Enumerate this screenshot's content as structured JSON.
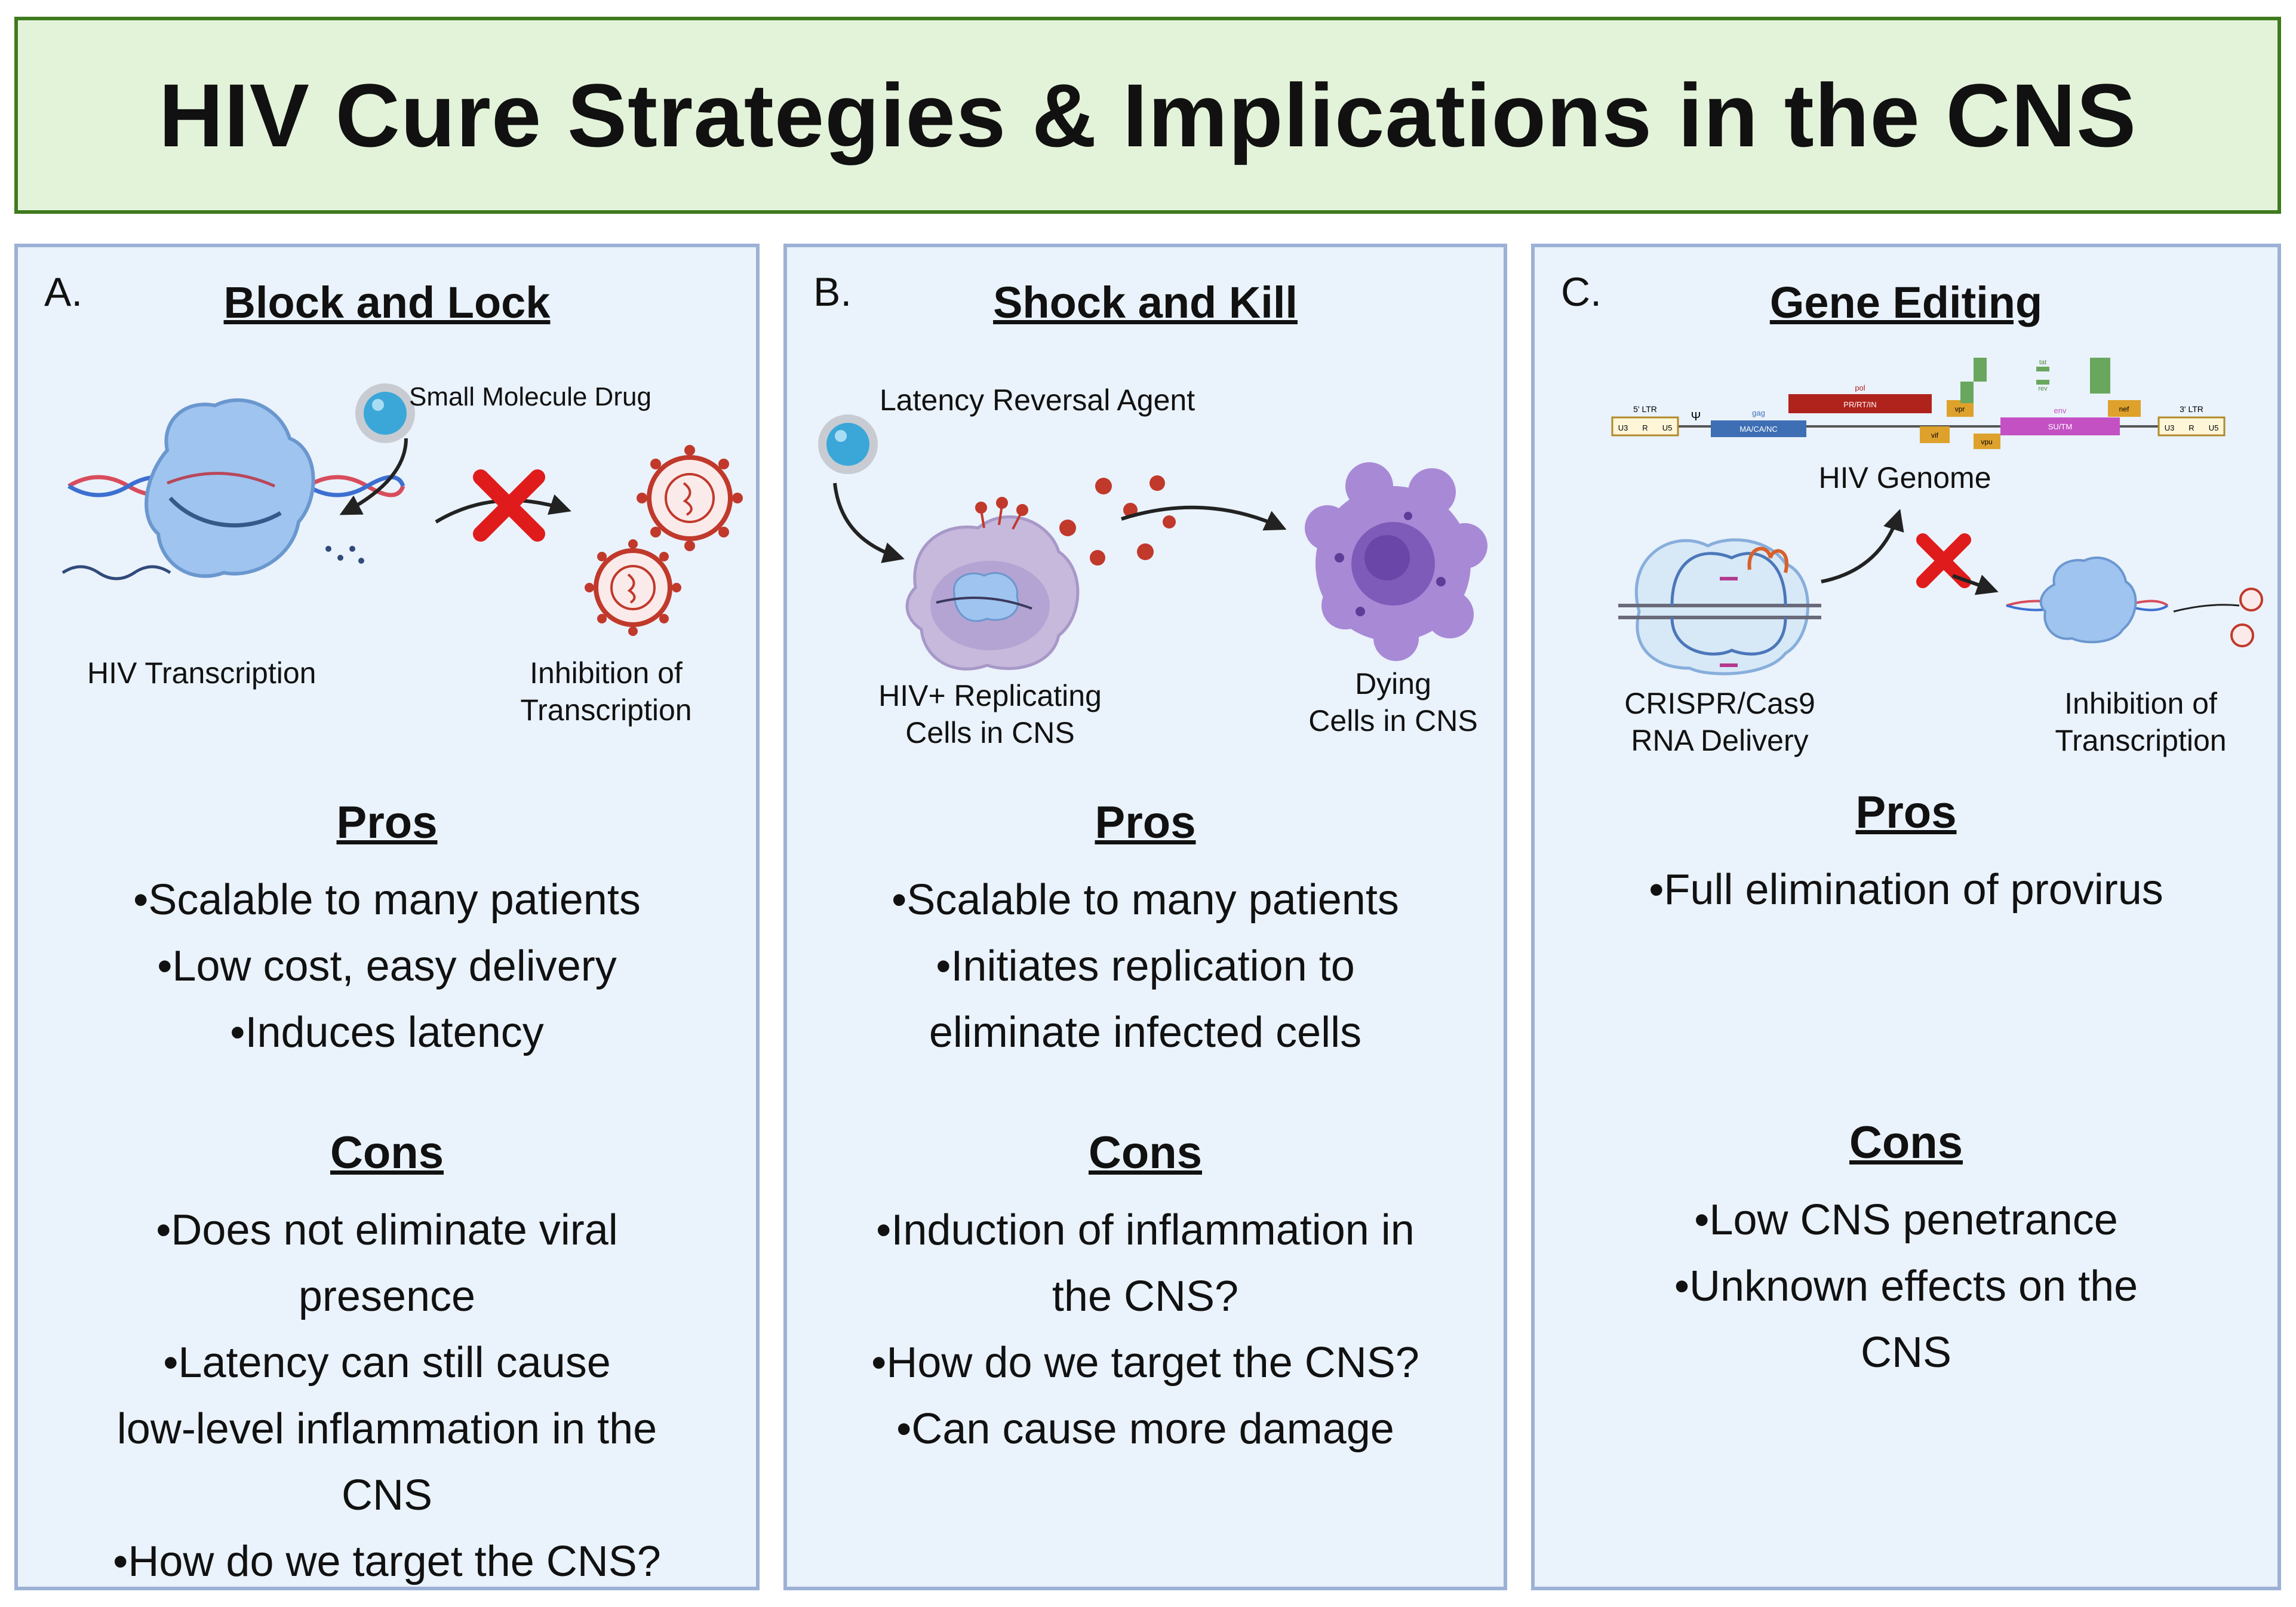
{
  "title": "HIV Cure Strategies & Implications in the CNS",
  "pros_heading": "Pros",
  "cons_heading": "Cons",
  "panels": {
    "a": {
      "letter": "A.",
      "title": "Block and Lock",
      "labels": {
        "drug": "Small Molecule Drug",
        "transcription": "HIV Transcription",
        "inhibition_1": "Inhibition of",
        "inhibition_2": "Transcription"
      },
      "pros": [
        "•Scalable to many patients",
        "•Low cost, easy delivery",
        "•Induces latency"
      ],
      "cons": [
        "•Does not eliminate viral",
        "presence",
        "•Latency can still cause",
        "low-level inflammation in the",
        "CNS",
        "•How do we target the CNS?"
      ]
    },
    "b": {
      "letter": "B.",
      "title": "Shock and Kill",
      "labels": {
        "agent": "Latency Reversal Agent",
        "replicating_1": "HIV+ Replicating",
        "replicating_2": "Cells in CNS",
        "dying_1": "Dying",
        "dying_2": "Cells in CNS"
      },
      "pros": [
        "•Scalable to many patients",
        "•Initiates replication to",
        "eliminate infected cells"
      ],
      "cons": [
        "•Induction of inflammation in",
        "the CNS?",
        "•How do we target the CNS?",
        "•Can cause more damage"
      ]
    },
    "c": {
      "letter": "C.",
      "title": "Gene Editing",
      "labels": {
        "genome": "HIV Genome",
        "crispr_1": "CRISPR/Cas9",
        "crispr_2": "RNA Delivery",
        "inhibition_1": "Inhibition of",
        "inhibition_2": "Transcription"
      },
      "genome_map": {
        "ltr_5": "5' LTR",
        "ltr_3": "3' LTR",
        "psi": "Ψ",
        "u3": "U3",
        "r": "R",
        "u5": "U5",
        "gag": "gag",
        "gag_block": "MA/CA/NC",
        "pol": "pol",
        "pol_block": "PR/RT/IN",
        "vif": "vif",
        "vpr": "vpr",
        "vpu": "vpu",
        "tat": "tat",
        "rev": "rev",
        "env": "env",
        "env_block": "SU/TM",
        "nef": "nef"
      },
      "pros": [
        "•Full elimination of provirus"
      ],
      "cons": [
        "•Low CNS penetrance",
        "•Unknown effects on the",
        "CNS"
      ]
    }
  },
  "colors": {
    "title_bg": "#e3f3d9",
    "title_border": "#3f7a1e",
    "panel_bg": "#eaf2fb",
    "panel_border": "#9cb1d5",
    "protein": "#9ec4ef",
    "virus": "#c0392b",
    "red_x": "#e01b1b",
    "infected_cell": "#c6b9dc",
    "dying_cell": "#8e6cc4",
    "genome_blue": "#3e6fb5",
    "genome_red": "#b0231c",
    "genome_orange": "#dea12c",
    "genome_magenta": "#c451c4",
    "genome_green": "#6aa75e"
  }
}
